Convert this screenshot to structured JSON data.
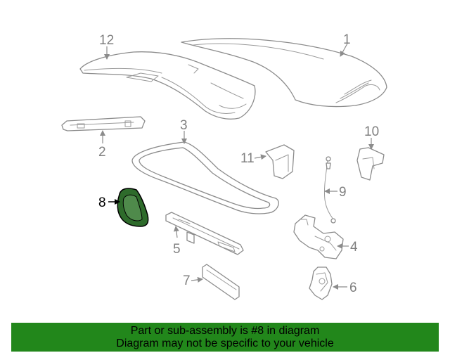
{
  "diagram": {
    "callouts": {
      "c1": "1",
      "c2": "2",
      "c3": "3",
      "c4": "4",
      "c5": "5",
      "c6": "6",
      "c7": "7",
      "c8": "8",
      "c9": "9",
      "c10": "10",
      "c11": "11",
      "c12": "12"
    },
    "highlight_color": "#2e6b2b",
    "line_color": "#8c8c8c"
  },
  "banner": {
    "line1": "Part or sub-assembly is #8 in diagram",
    "line2": "Diagram may not be specific to your vehicle",
    "background": "#22871b"
  }
}
